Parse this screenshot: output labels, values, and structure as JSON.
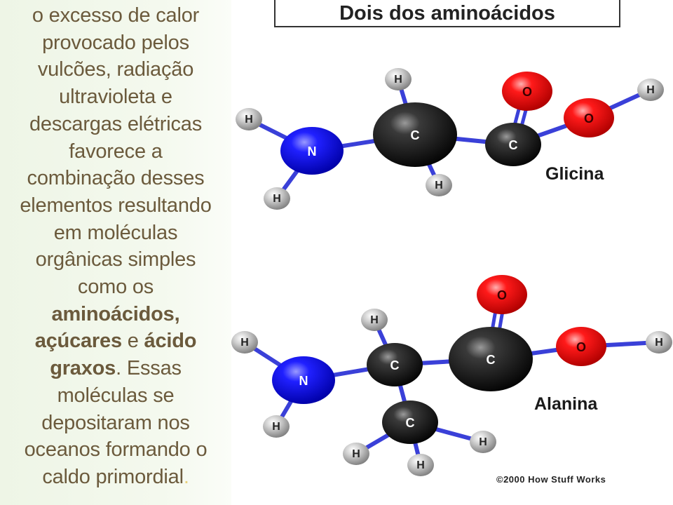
{
  "left_text": {
    "segments": [
      {
        "text": "o excesso de calor",
        "bold": false
      },
      {
        "text": "provocado pelos",
        "bold": false
      },
      {
        "text": "vulcões, radiação",
        "bold": false
      },
      {
        "text": "ultravioleta e",
        "bold": false
      },
      {
        "text": "descargas elétricas",
        "bold": false
      },
      {
        "text": "favorece a",
        "bold": false
      },
      {
        "text": "combinação desses",
        "bold": false
      },
      {
        "text": "elementos resultando",
        "bold": false
      },
      {
        "text": "em moléculas",
        "bold": false
      },
      {
        "text": "orgânicas simples",
        "bold": false
      },
      {
        "text": "como os",
        "bold": false
      }
    ],
    "rich_lines": [
      [
        {
          "text": "aminoácidos,",
          "bold": true
        }
      ],
      [
        {
          "text": "açúcares",
          "bold": true
        },
        {
          "text": " e ",
          "bold": false
        },
        {
          "text": "ácido",
          "bold": true
        }
      ],
      [
        {
          "text": "graxos",
          "bold": true
        },
        {
          "text": ". Essas",
          "bold": false
        }
      ],
      [
        {
          "text": "moléculas se",
          "bold": false
        }
      ],
      [
        {
          "text": "depositaram nos",
          "bold": false
        }
      ],
      [
        {
          "text": "oceanos formando o",
          "bold": false
        }
      ],
      [
        {
          "text": "caldo primordial",
          "bold": false
        },
        {
          "text": ".",
          "bold": false,
          "accent": true
        }
      ]
    ]
  },
  "title": "Dois dos aminoácidos",
  "molecules": [
    {
      "name": "Glicina"
    },
    {
      "name": "Alanina"
    }
  ],
  "atom_letters": {
    "H": "H",
    "C": "C",
    "N": "N",
    "O": "O"
  },
  "colors": {
    "nitrogen": "#1a1aff",
    "oxygen": "#ff1010",
    "carbon": "#111111",
    "hydrogen": "#bbbbbb",
    "bond": "#3a40d8",
    "text": "#6b5a3c"
  },
  "copyright": "©2000 How Stuff Works"
}
